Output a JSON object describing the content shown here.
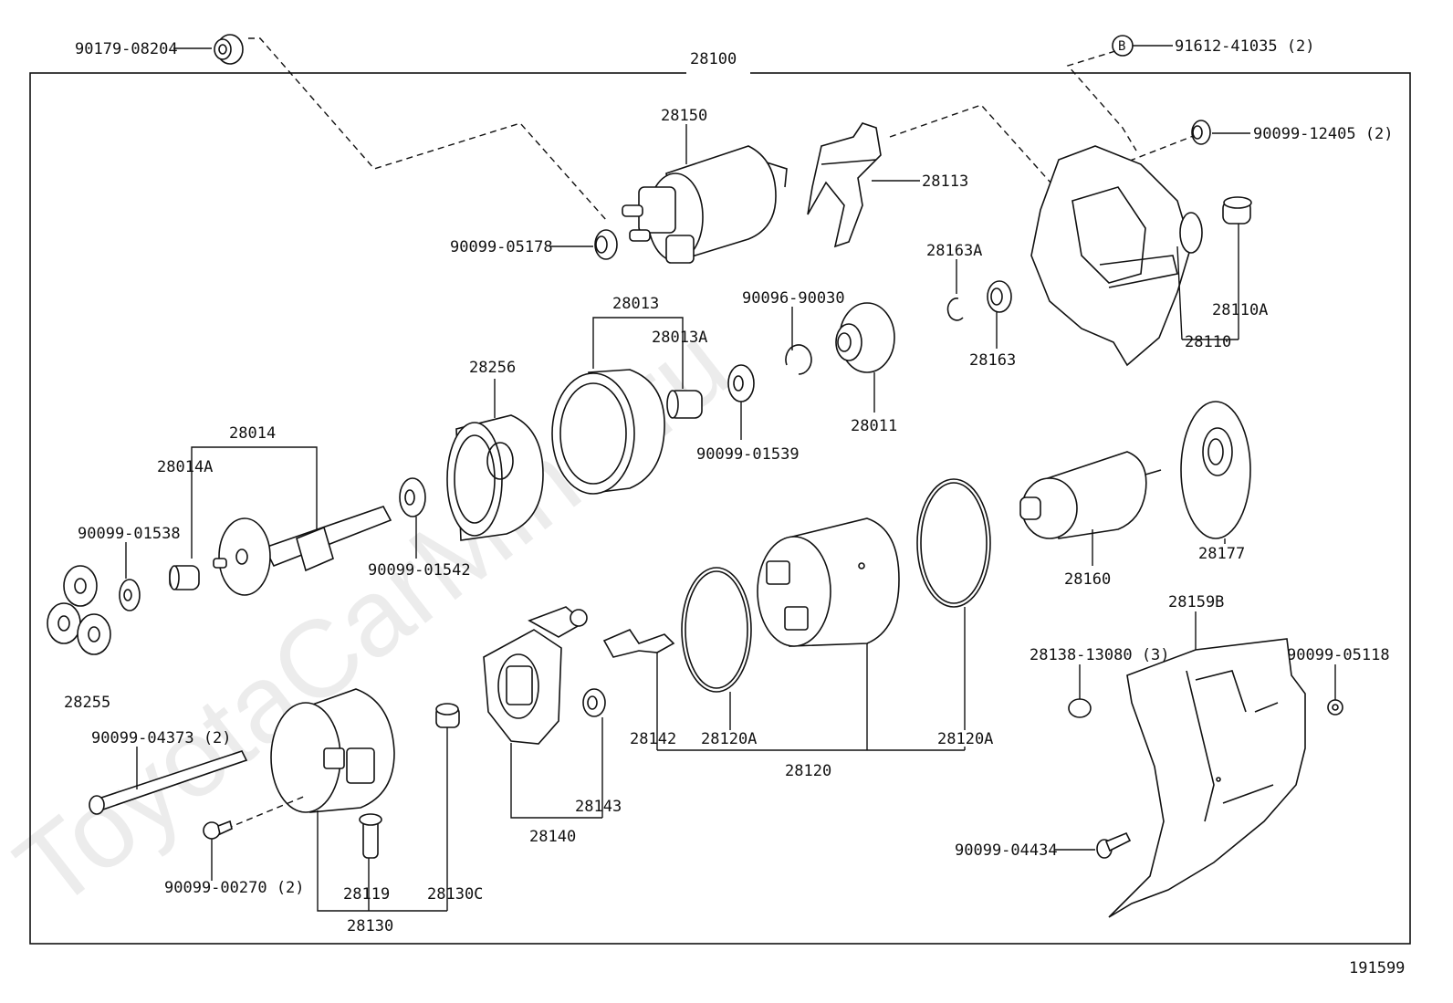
{
  "watermark": "ToyotaCarMine.ru",
  "diagram_id": "191599",
  "assembly": "28100",
  "parts": {
    "p90179_08204": "90179-08204",
    "p91612_41035": "91612-41035 (2)",
    "callout_b": "B",
    "p28150": "28150",
    "p28113": "28113",
    "p90099_12405": "90099-12405 (2)",
    "p90099_05178": "90099-05178",
    "p28163A": "28163A",
    "p28110A": "28110A",
    "p28110": "28110",
    "p28013": "28013",
    "p90096_90030": "90096-90030",
    "p28013A": "28013A",
    "p28163": "28163",
    "p28256": "28256",
    "p28011": "28011",
    "p90099_01539": "90099-01539",
    "p28014": "28014",
    "p28014A": "28014A",
    "p90099_01538": "90099-01538",
    "p90099_01542": "90099-01542",
    "p28177": "28177",
    "p28160": "28160",
    "p28255": "28255",
    "p28159B": "28159B",
    "p28138_13080": "28138-13080 (3)",
    "p90099_05118": "90099-05118",
    "p90099_04373": "90099-04373 (2)",
    "p28142": "28142",
    "p28120A_l": "28120A",
    "p28120A_r": "28120A",
    "p28120": "28120",
    "p28143": "28143",
    "p28140": "28140",
    "p90099_00270": "90099-00270 (2)",
    "p28119": "28119",
    "p28130C": "28130C",
    "p28130": "28130",
    "p90099_04434": "90099-04434"
  }
}
